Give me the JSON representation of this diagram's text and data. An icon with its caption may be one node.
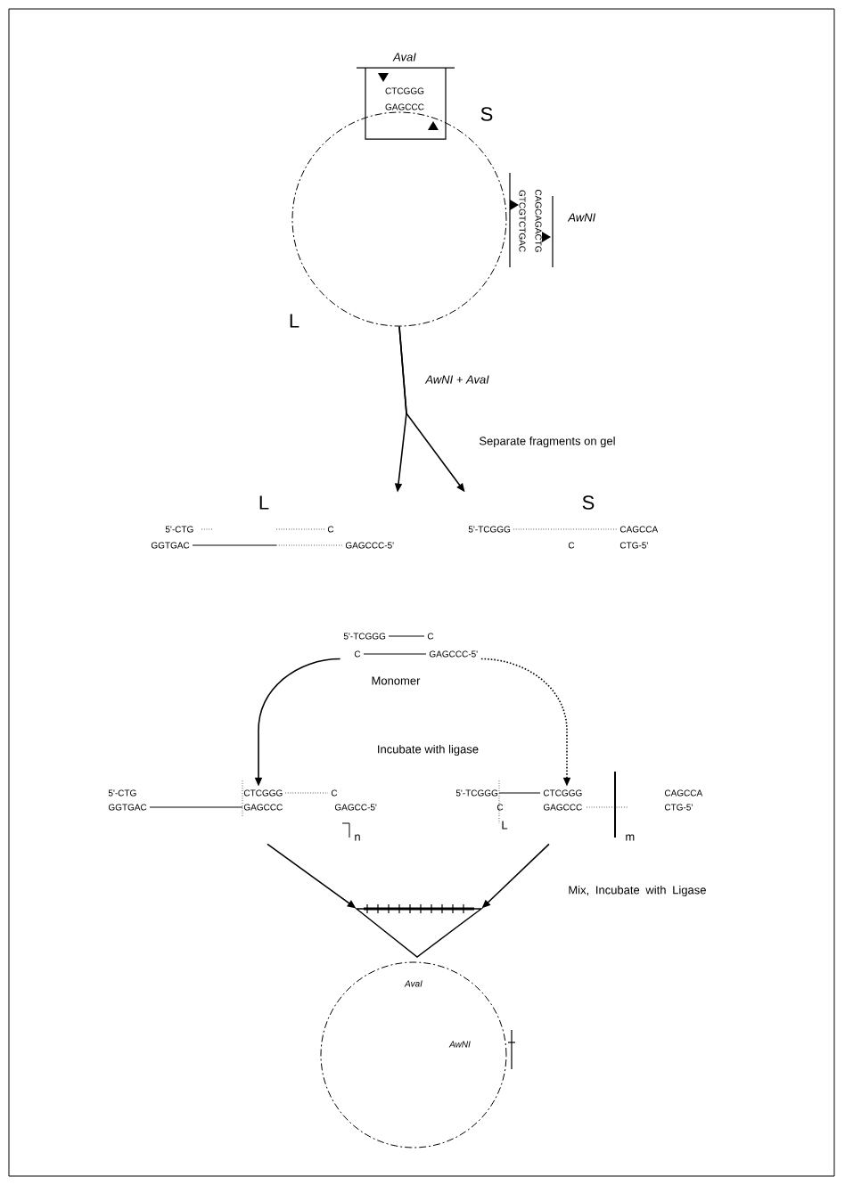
{
  "diagram": {
    "nodes": [
      {
        "text": [],
        "shape": "circle"
      },
      {
        "text": [
          "L",
          "5'-CTG",
          "C",
          "GGTGAC",
          "GAGCCC-5'"
        ]
      },
      {
        "text": [
          "S",
          "5'-TCGGG",
          "CAGCCA",
          "C",
          "CTG-5'"
        ]
      },
      {
        "text": [
          "5'-TCGGG",
          "C",
          "C",
          "GAGCCC-5'",
          "Monomer"
        ]
      },
      {
        "text": [
          "5'-CTG",
          "GGTGAC",
          "CTCGGG",
          "C",
          "GAGCCC",
          "GAGCC-5'",
          "n"
        ]
      },
      {
        "text": [
          "5'-TCGGG",
          "C",
          "CTCGGG",
          "GAGCCC",
          "CAGCCA",
          "CTG-5'",
          "L",
          "m"
        ]
      },
      {
        "text": [],
        "shape": "triangle"
      },
      {
        "text": [],
        "shape": "circle"
      }
    ],
    "edges": [
      {
        "from": 0,
        "to": 1,
        "arrow": "to",
        "label": "AwNI + AvaI"
      },
      {
        "from": 0,
        "to": 2,
        "arrow": "to",
        "label": "Separate fragments on gel"
      },
      {
        "from": 3,
        "to": 4,
        "arrow": "to"
      },
      {
        "from": 3,
        "to": 5,
        "arrow": "to",
        "style": "dashed"
      },
      {
        "from": 4,
        "to": 6,
        "arrow": "to"
      },
      {
        "from": 5,
        "to": 6,
        "arrow": "to"
      }
    ],
    "labels": [
      "AvaI",
      "CTCGGG",
      "GAGCCC",
      "S",
      "GTCGTCTGAC",
      "CAGCAGACTG",
      "AwNI",
      "L",
      "Incubate with ligase",
      "Mix, Incubate with Ligase",
      "AvaI",
      "AwNI"
    ]
  }
}
